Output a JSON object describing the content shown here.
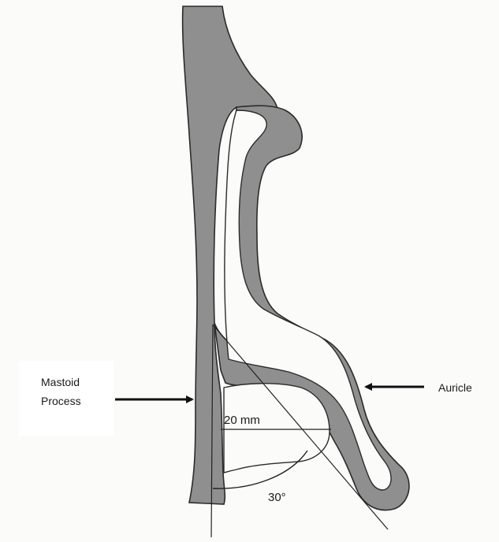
{
  "labels": {
    "mastoid_line1": "Mastoid",
    "mastoid_line2": "Process",
    "auricle": "Auricle",
    "distance": "20 mm",
    "angle": "30°"
  },
  "colors": {
    "tissue_fill": "#8f8f8f",
    "outline": "#2b2b2b",
    "background": "#fbfbfa"
  }
}
